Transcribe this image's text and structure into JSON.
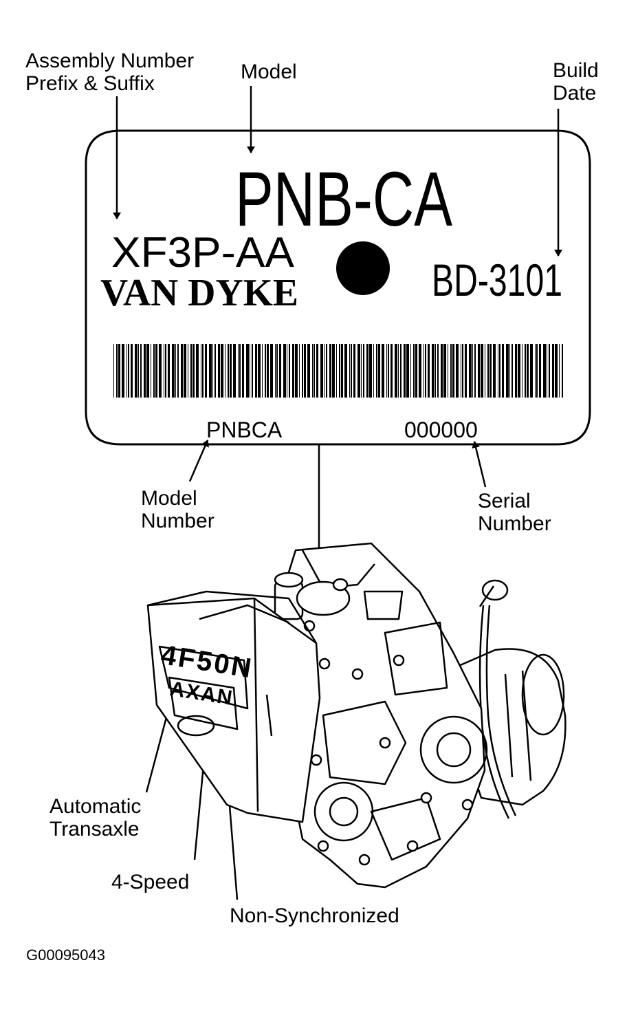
{
  "callouts": {
    "assembly": [
      "Assembly Number",
      "Prefix & Suffix"
    ],
    "model": "Model",
    "build_date": [
      "Build",
      "Date"
    ],
    "model_number": [
      "Model",
      "Number"
    ],
    "serial_number": [
      "Serial",
      "Number"
    ],
    "automatic": [
      "Automatic",
      "Transaxle"
    ],
    "four_speed": "4-Speed",
    "non_sync": "Non-Synchronized"
  },
  "tag": {
    "model": "PNB-CA",
    "assembly": "XF3P-AA",
    "plant": "VAN DYKE",
    "build_date": "BD-3101",
    "model_number": "PNBCA",
    "serial_number": "000000"
  },
  "case_markings": {
    "model": "4F50N",
    "type": "AXAN"
  },
  "figure_id": "G00095043"
}
